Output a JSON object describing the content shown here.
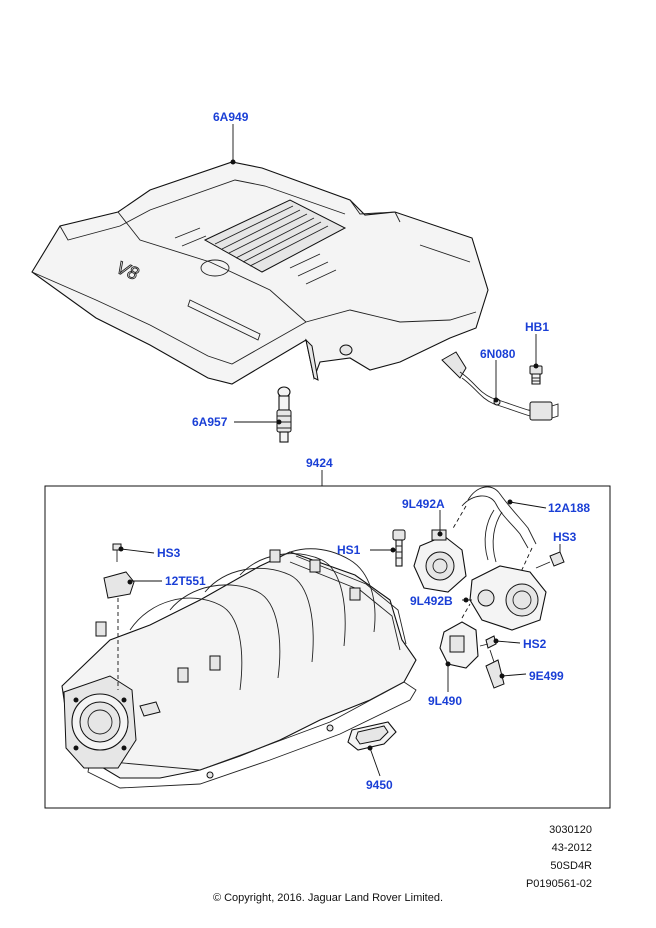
{
  "callouts": {
    "engine_cover": "6A949",
    "cover_stud": "6A957",
    "harness": "6N080",
    "harness_bolt": "HB1",
    "manifold_assembly": "9424",
    "throttle_body_a": "9L492A",
    "hose": "12A188",
    "screw_hs3_right": "HS3",
    "screw_hs3_left": "HS3",
    "sensor": "12T551",
    "screw_hs1": "HS1",
    "throttle_body_b": "9L492B",
    "screw_hs2": "HS2",
    "connector": "9E499",
    "actuator": "9L490",
    "gasket": "9450"
  },
  "reference": {
    "line1": "3030120",
    "line2": "43-2012",
    "line3": "50SD4R",
    "line4": "P0190561-02"
  },
  "copyright": "© Copyright, 2016. Jaguar Land Rover Limited.",
  "cover_badge": "V8"
}
